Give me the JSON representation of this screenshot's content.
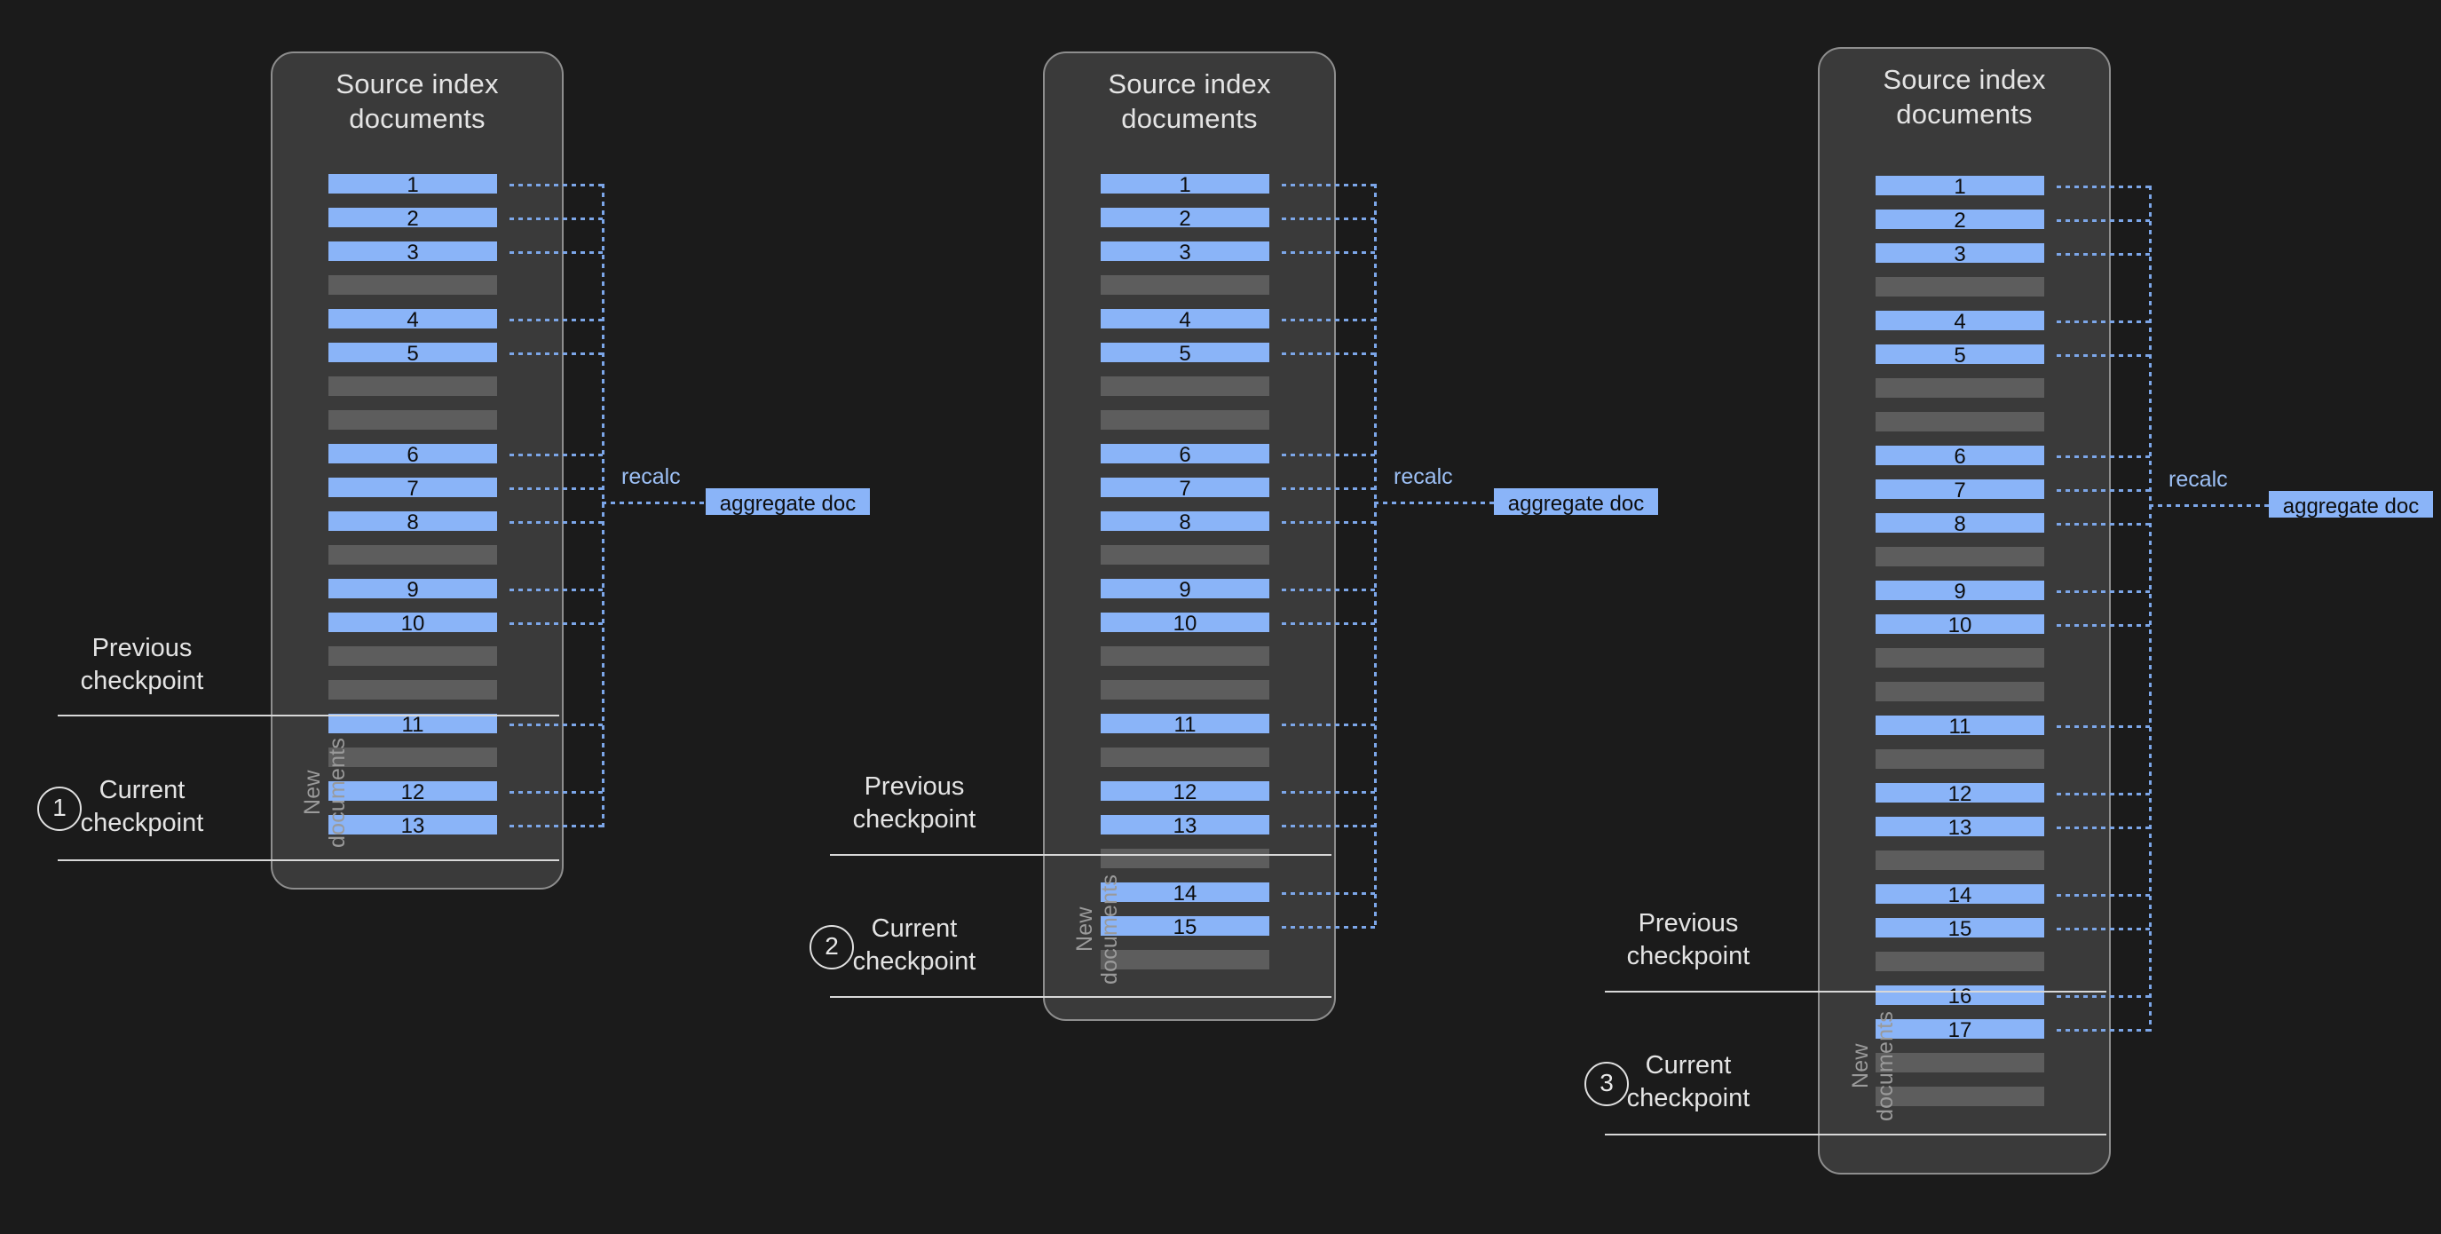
{
  "diagram": {
    "title_text": "Source index\ndocuments",
    "new_documents_label": "New\ndocuments",
    "previous_checkpoint_label": "Previous\ncheckpoint",
    "current_checkpoint_label": "Current\ncheckpoint",
    "recalc_label": "recalc",
    "aggregate_doc_label": "aggregate doc",
    "colors": {
      "background": "#1b1b1b",
      "panel_fill": "#3a3a3a",
      "panel_border": "#8e8e8e",
      "doc_blue": "#8ab4f8",
      "doc_empty": "#5d5d5d",
      "connector_blue": "#7ca6e8",
      "guide_line": "#d8d8d8",
      "text_primary": "#e4e4e4",
      "text_muted": "#9a9a9a"
    }
  },
  "stages": [
    {
      "index": "1",
      "title": "Source index\ndocuments",
      "rows": [
        {
          "label": "1",
          "type": "doc"
        },
        {
          "label": "2",
          "type": "doc"
        },
        {
          "label": "3",
          "type": "doc"
        },
        {
          "label": "",
          "type": "empty"
        },
        {
          "label": "4",
          "type": "doc"
        },
        {
          "label": "5",
          "type": "doc"
        },
        {
          "label": "",
          "type": "empty"
        },
        {
          "label": "",
          "type": "empty"
        },
        {
          "label": "6",
          "type": "doc"
        },
        {
          "label": "7",
          "type": "doc"
        },
        {
          "label": "8",
          "type": "doc"
        },
        {
          "label": "",
          "type": "empty"
        },
        {
          "label": "9",
          "type": "doc"
        },
        {
          "label": "10",
          "type": "doc"
        },
        {
          "label": "",
          "type": "empty"
        },
        {
          "label": "",
          "type": "empty"
        },
        {
          "label": "11",
          "type": "doc"
        },
        {
          "label": "",
          "type": "empty"
        },
        {
          "label": "12",
          "type": "doc"
        },
        {
          "label": "13",
          "type": "doc"
        }
      ],
      "new_documents_start_row": 16,
      "previous_checkpoint": "Previous\ncheckpoint",
      "current_checkpoint": "Current\ncheckpoint",
      "recalc": "recalc",
      "aggregate_doc": "aggregate doc"
    },
    {
      "index": "2",
      "title": "Source index\ndocuments",
      "rows": [
        {
          "label": "1",
          "type": "doc"
        },
        {
          "label": "2",
          "type": "doc"
        },
        {
          "label": "3",
          "type": "doc"
        },
        {
          "label": "",
          "type": "empty"
        },
        {
          "label": "4",
          "type": "doc"
        },
        {
          "label": "5",
          "type": "doc"
        },
        {
          "label": "",
          "type": "empty"
        },
        {
          "label": "",
          "type": "empty"
        },
        {
          "label": "6",
          "type": "doc"
        },
        {
          "label": "7",
          "type": "doc"
        },
        {
          "label": "8",
          "type": "doc"
        },
        {
          "label": "",
          "type": "empty"
        },
        {
          "label": "9",
          "type": "doc"
        },
        {
          "label": "10",
          "type": "doc"
        },
        {
          "label": "",
          "type": "empty"
        },
        {
          "label": "",
          "type": "empty"
        },
        {
          "label": "11",
          "type": "doc"
        },
        {
          "label": "",
          "type": "empty"
        },
        {
          "label": "12",
          "type": "doc"
        },
        {
          "label": "13",
          "type": "doc"
        },
        {
          "label": "",
          "type": "empty"
        },
        {
          "label": "14",
          "type": "doc"
        },
        {
          "label": "15",
          "type": "doc"
        },
        {
          "label": "",
          "type": "empty"
        }
      ],
      "new_documents_start_row": 20,
      "previous_checkpoint": "Previous\ncheckpoint",
      "current_checkpoint": "Current\ncheckpoint",
      "recalc": "recalc",
      "aggregate_doc": "aggregate doc"
    },
    {
      "index": "3",
      "title": "Source index\ndocuments",
      "rows": [
        {
          "label": "1",
          "type": "doc"
        },
        {
          "label": "2",
          "type": "doc"
        },
        {
          "label": "3",
          "type": "doc"
        },
        {
          "label": "",
          "type": "empty"
        },
        {
          "label": "4",
          "type": "doc"
        },
        {
          "label": "5",
          "type": "doc"
        },
        {
          "label": "",
          "type": "empty"
        },
        {
          "label": "",
          "type": "empty"
        },
        {
          "label": "6",
          "type": "doc"
        },
        {
          "label": "7",
          "type": "doc"
        },
        {
          "label": "8",
          "type": "doc"
        },
        {
          "label": "",
          "type": "empty"
        },
        {
          "label": "9",
          "type": "doc"
        },
        {
          "label": "10",
          "type": "doc"
        },
        {
          "label": "",
          "type": "empty"
        },
        {
          "label": "",
          "type": "empty"
        },
        {
          "label": "11",
          "type": "doc"
        },
        {
          "label": "",
          "type": "empty"
        },
        {
          "label": "12",
          "type": "doc"
        },
        {
          "label": "13",
          "type": "doc"
        },
        {
          "label": "",
          "type": "empty"
        },
        {
          "label": "14",
          "type": "doc"
        },
        {
          "label": "15",
          "type": "doc"
        },
        {
          "label": "",
          "type": "empty"
        },
        {
          "label": "16",
          "type": "doc"
        },
        {
          "label": "17",
          "type": "doc"
        },
        {
          "label": "",
          "type": "empty"
        },
        {
          "label": "",
          "type": "empty"
        }
      ],
      "new_documents_start_row": 24,
      "previous_checkpoint": "Previous\ncheckpoint",
      "current_checkpoint": "Current\ncheckpoint",
      "recalc": "recalc",
      "aggregate_doc": "aggregate doc"
    }
  ]
}
